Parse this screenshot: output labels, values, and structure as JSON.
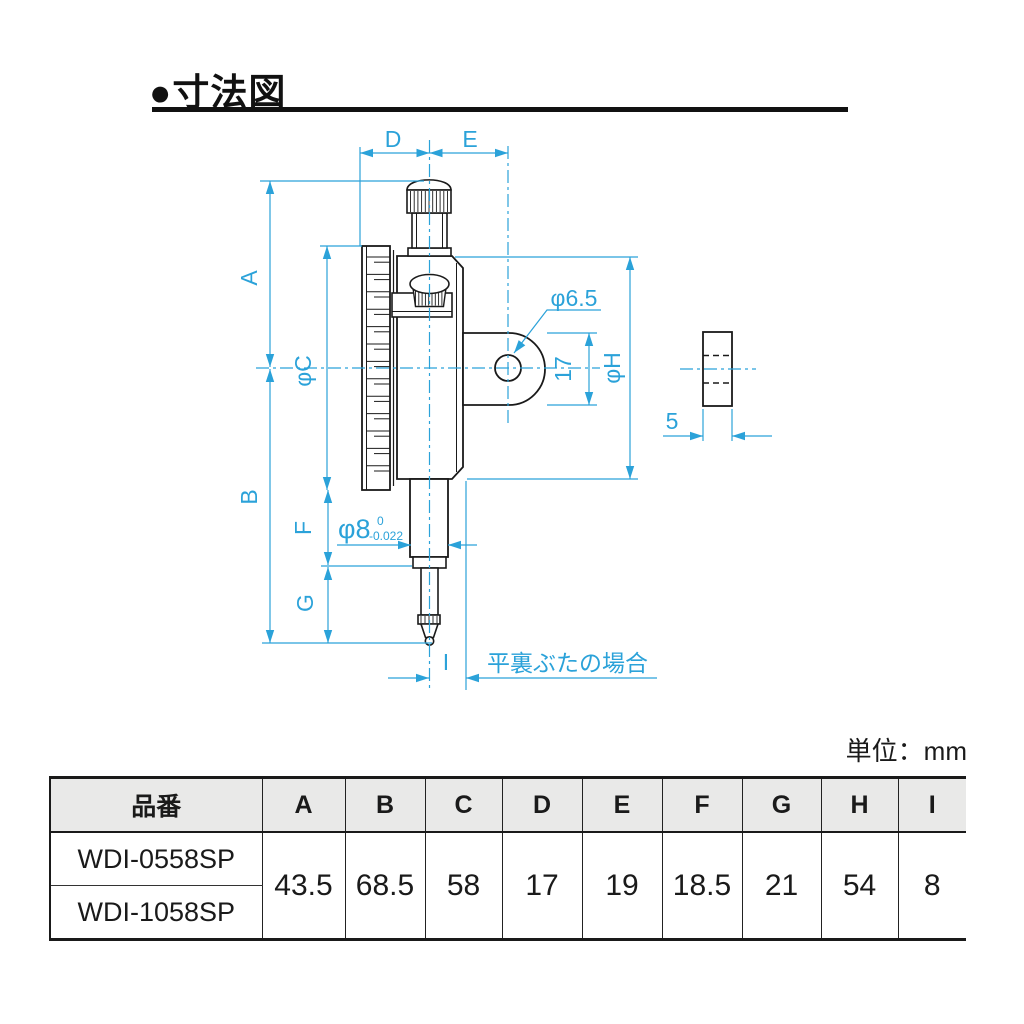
{
  "page": {
    "title": "●寸法図",
    "unit_label": "単位：mm"
  },
  "diagram": {
    "labels": {
      "d": "D",
      "e": "E",
      "a": "A",
      "b": "B",
      "phi_c": "φC",
      "f": "F",
      "g": "G",
      "i": "I",
      "hole_dia": "φ6.5",
      "lug_width": "17",
      "phi_h": "φH",
      "back_width": "5",
      "stem_dia": "φ8",
      "stem_tol_upper": "0",
      "stem_tol_lower": "-0.022",
      "flat_back_note": "平裏ぶたの場合"
    },
    "colors": {
      "dimension": "#2BA2D9",
      "outline": "#1a1a1a"
    }
  },
  "table": {
    "product_header": "品番",
    "dim_headers": [
      "A",
      "B",
      "C",
      "D",
      "E",
      "F",
      "G",
      "H",
      "I"
    ],
    "products": [
      "WDI-0558SP",
      "WDI-1058SP"
    ],
    "values": [
      "43.5",
      "68.5",
      "58",
      "17",
      "19",
      "18.5",
      "21",
      "54",
      "8"
    ]
  }
}
